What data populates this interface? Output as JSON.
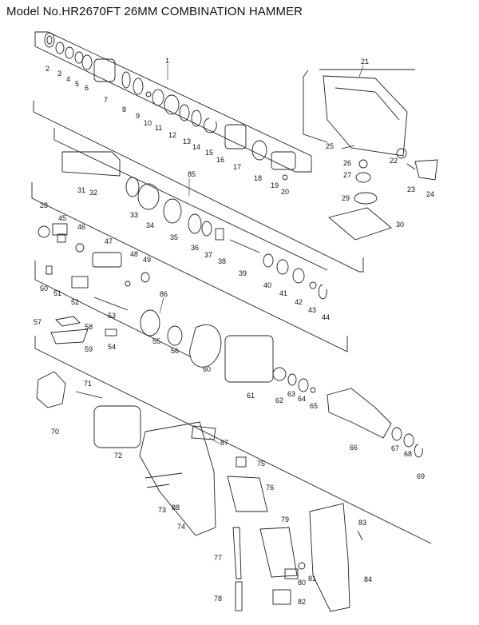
{
  "title": "Model No.HR2670FT 26MM COMBINATION HAMMER",
  "part_labels": [
    {
      "id": "p1",
      "text": "1"
    },
    {
      "id": "p2",
      "text": "2"
    },
    {
      "id": "p3",
      "text": "3"
    },
    {
      "id": "p4",
      "text": "4"
    },
    {
      "id": "p5",
      "text": "5"
    },
    {
      "id": "p6",
      "text": "6"
    },
    {
      "id": "p7",
      "text": "7"
    },
    {
      "id": "p8",
      "text": "8"
    },
    {
      "id": "p9",
      "text": "9"
    },
    {
      "id": "p10",
      "text": "10"
    },
    {
      "id": "p11",
      "text": "11"
    },
    {
      "id": "p12",
      "text": "12"
    },
    {
      "id": "p13",
      "text": "13"
    },
    {
      "id": "p14",
      "text": "14"
    },
    {
      "id": "p15",
      "text": "15"
    },
    {
      "id": "p16",
      "text": "16"
    },
    {
      "id": "p17",
      "text": "17"
    },
    {
      "id": "p18",
      "text": "18"
    },
    {
      "id": "p19",
      "text": "19"
    },
    {
      "id": "p20",
      "text": "20"
    },
    {
      "id": "p21",
      "text": "21"
    },
    {
      "id": "p22",
      "text": "22"
    },
    {
      "id": "p23",
      "text": "23"
    },
    {
      "id": "p24",
      "text": "24"
    },
    {
      "id": "p25",
      "text": "25"
    },
    {
      "id": "p26",
      "text": "26"
    },
    {
      "id": "p27",
      "text": "27"
    },
    {
      "id": "p28",
      "text": "28"
    },
    {
      "id": "p29",
      "text": "29"
    },
    {
      "id": "p30",
      "text": "30"
    },
    {
      "id": "p31",
      "text": "31"
    },
    {
      "id": "p32",
      "text": "32"
    },
    {
      "id": "p33",
      "text": "33"
    },
    {
      "id": "p34",
      "text": "34"
    },
    {
      "id": "p35",
      "text": "35"
    },
    {
      "id": "p36",
      "text": "36"
    },
    {
      "id": "p37",
      "text": "37"
    },
    {
      "id": "p38",
      "text": "38"
    },
    {
      "id": "p39",
      "text": "39"
    },
    {
      "id": "p40",
      "text": "40"
    },
    {
      "id": "p41",
      "text": "41"
    },
    {
      "id": "p42",
      "text": "42"
    },
    {
      "id": "p43",
      "text": "43"
    },
    {
      "id": "p44",
      "text": "44"
    },
    {
      "id": "p45",
      "text": "45"
    },
    {
      "id": "p46",
      "text": "46"
    },
    {
      "id": "p47",
      "text": "47"
    },
    {
      "id": "p48",
      "text": "48"
    },
    {
      "id": "p49",
      "text": "49"
    },
    {
      "id": "p50",
      "text": "50"
    },
    {
      "id": "p51",
      "text": "51"
    },
    {
      "id": "p52",
      "text": "52"
    },
    {
      "id": "p53",
      "text": "53"
    },
    {
      "id": "p54",
      "text": "54"
    },
    {
      "id": "p55",
      "text": "55"
    },
    {
      "id": "p56",
      "text": "56"
    },
    {
      "id": "p57",
      "text": "57"
    },
    {
      "id": "p58",
      "text": "58"
    },
    {
      "id": "p59",
      "text": "59"
    },
    {
      "id": "p60",
      "text": "60"
    },
    {
      "id": "p61",
      "text": "61"
    },
    {
      "id": "p62",
      "text": "62"
    },
    {
      "id": "p63",
      "text": "63"
    },
    {
      "id": "p64",
      "text": "64"
    },
    {
      "id": "p65",
      "text": "65"
    },
    {
      "id": "p66",
      "text": "66"
    },
    {
      "id": "p67",
      "text": "67"
    },
    {
      "id": "p68",
      "text": "68"
    },
    {
      "id": "p69",
      "text": "69"
    },
    {
      "id": "p70",
      "text": "70"
    },
    {
      "id": "p71",
      "text": "71"
    },
    {
      "id": "p72",
      "text": "72"
    },
    {
      "id": "p73",
      "text": "73"
    },
    {
      "id": "p74",
      "text": "74"
    },
    {
      "id": "p75",
      "text": "75"
    },
    {
      "id": "p76",
      "text": "76"
    },
    {
      "id": "p77",
      "text": "77"
    },
    {
      "id": "p78",
      "text": "78"
    },
    {
      "id": "p79",
      "text": "79"
    },
    {
      "id": "p80",
      "text": "80"
    },
    {
      "id": "p81",
      "text": "81"
    },
    {
      "id": "p82",
      "text": "82"
    },
    {
      "id": "p83",
      "text": "83"
    },
    {
      "id": "p84",
      "text": "84"
    },
    {
      "id": "p85",
      "text": "85"
    },
    {
      "id": "p86",
      "text": "86"
    },
    {
      "id": "p87",
      "text": "87"
    },
    {
      "id": "p88",
      "text": "88"
    }
  ]
}
